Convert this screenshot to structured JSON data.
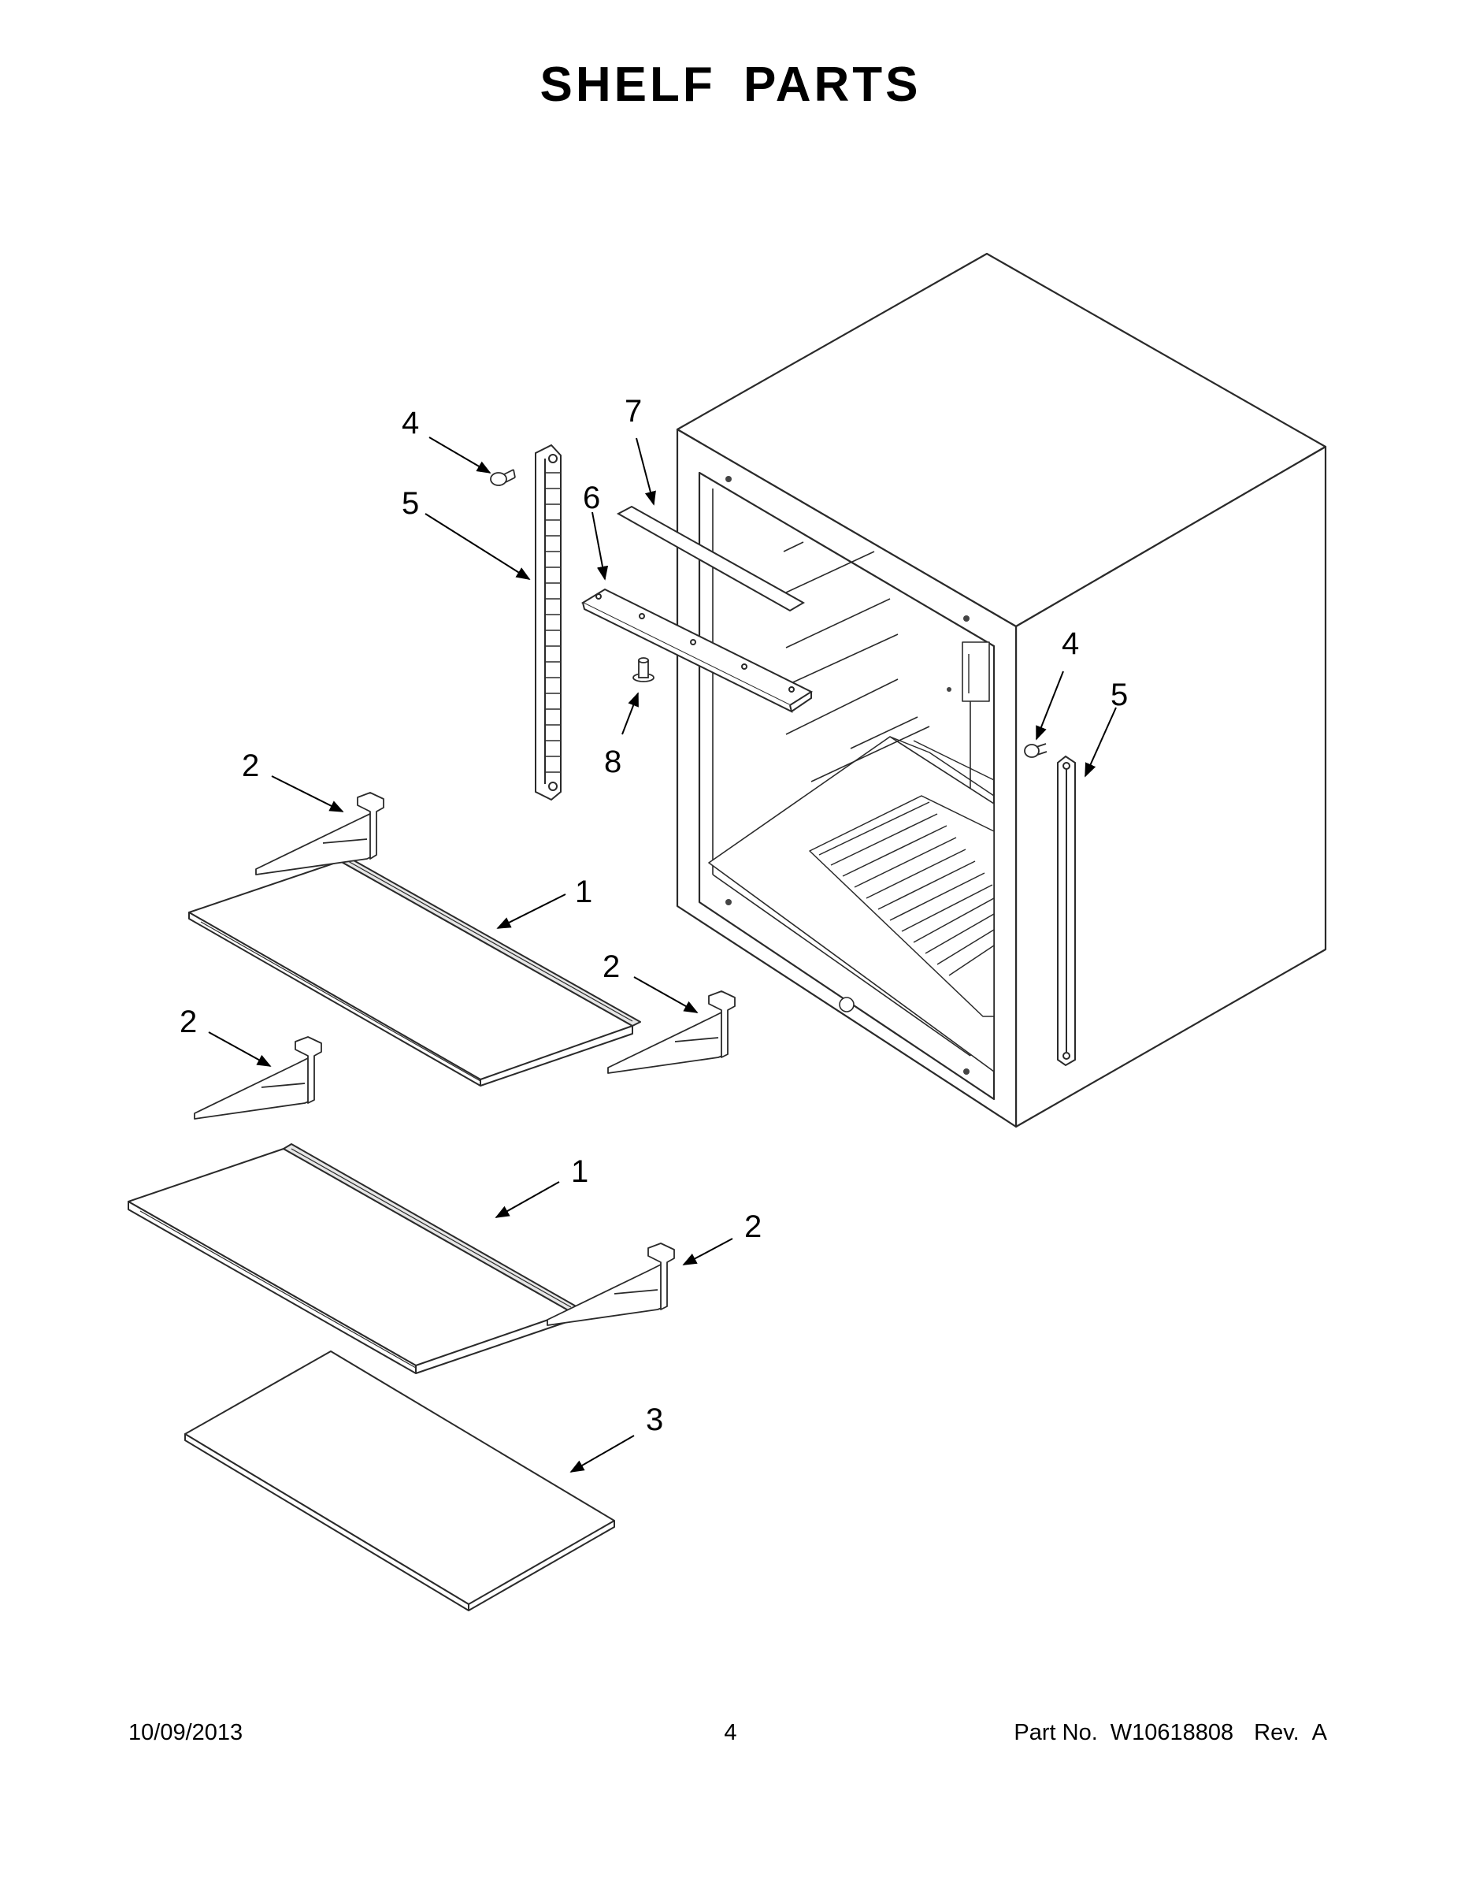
{
  "header": {
    "title": "SHELF PARTS"
  },
  "callouts": {
    "shelf_upper": "1",
    "shelf_lower": "1",
    "bracket_upper_left": "2",
    "bracket_upper_right": "2",
    "bracket_lower_left": "2",
    "bracket_lower_right": "2",
    "bottom_shelf": "3",
    "screw_left": "4",
    "screw_right": "4",
    "rail_left": "5",
    "rail_right": "5",
    "top_bracket": "6",
    "top_strip": "7",
    "pin": "8"
  },
  "footer": {
    "date": "10/09/2013",
    "page": "4",
    "part_label": "Part No.",
    "part_number": "W10618808",
    "rev_label": "Rev.",
    "rev_value": "A"
  },
  "colors": {
    "line": "#2a2a2a",
    "fill": "#ffffff",
    "shade": "#e6e6e6",
    "text": "#000000"
  }
}
